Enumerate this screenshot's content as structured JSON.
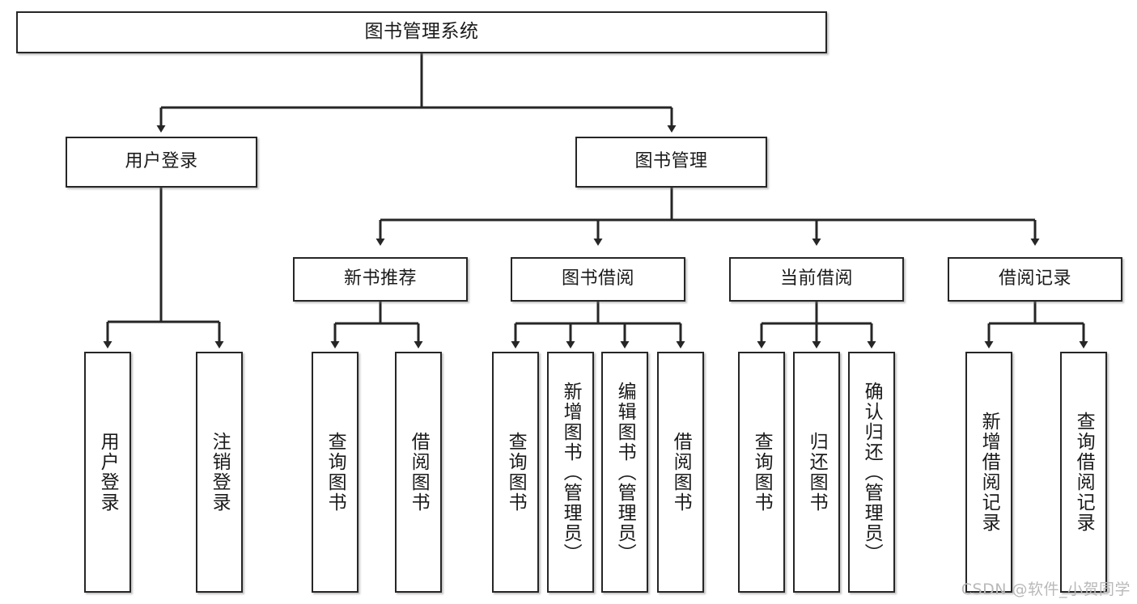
{
  "diagram": {
    "title": "图书管理系统",
    "type": "tree-hierarchy",
    "watermark": "CSDN @软件_小贺同学",
    "colors": {
      "border": "#262626",
      "background": "#ffffff",
      "text": "#1a1a1a",
      "connector": "#262626",
      "watermark": "#b9b9b9"
    },
    "nodes": {
      "root": {
        "label": "图书管理系统",
        "level": 1,
        "orientation": "horizontal"
      },
      "l2": [
        {
          "id": "user-login",
          "label": "用户登录",
          "level": 2,
          "orientation": "horizontal"
        },
        {
          "id": "book-manage",
          "label": "图书管理",
          "level": 2,
          "orientation": "horizontal"
        }
      ],
      "l3": [
        {
          "id": "new-book-rec",
          "label": "新书推荐",
          "level": 3,
          "orientation": "horizontal"
        },
        {
          "id": "book-borrow",
          "label": "图书借阅",
          "level": 3,
          "orientation": "horizontal"
        },
        {
          "id": "current-borrow",
          "label": "当前借阅",
          "level": 3,
          "orientation": "horizontal"
        },
        {
          "id": "borrow-record",
          "label": "借阅记录",
          "level": 3,
          "orientation": "horizontal"
        }
      ],
      "leaves": [
        {
          "id": "leaf-user-login",
          "label": "用户登录",
          "parent": "user-login"
        },
        {
          "id": "leaf-logout",
          "label": "注销登录",
          "parent": "user-login"
        },
        {
          "id": "leaf-query-book-1",
          "label": "查询图书",
          "parent": "new-book-rec"
        },
        {
          "id": "leaf-borrow-book-1",
          "label": "借阅图书",
          "parent": "new-book-rec"
        },
        {
          "id": "leaf-query-book-2",
          "label": "查询图书",
          "parent": "book-borrow"
        },
        {
          "id": "leaf-add-book",
          "label": "新增图书（管理员）",
          "parent": "book-borrow"
        },
        {
          "id": "leaf-edit-book",
          "label": "编辑图书（管理员）",
          "parent": "book-borrow"
        },
        {
          "id": "leaf-borrow-book-2",
          "label": "借阅图书",
          "parent": "book-borrow"
        },
        {
          "id": "leaf-query-book-3",
          "label": "查询图书",
          "parent": "current-borrow"
        },
        {
          "id": "leaf-return-book",
          "label": "归还图书",
          "parent": "current-borrow"
        },
        {
          "id": "leaf-confirm-return",
          "label": "确认归还（管理员）",
          "parent": "current-borrow"
        },
        {
          "id": "leaf-add-record",
          "label": "新增借阅记录",
          "parent": "borrow-record"
        },
        {
          "id": "leaf-query-record",
          "label": "查询借阅记录",
          "parent": "borrow-record"
        }
      ]
    }
  }
}
